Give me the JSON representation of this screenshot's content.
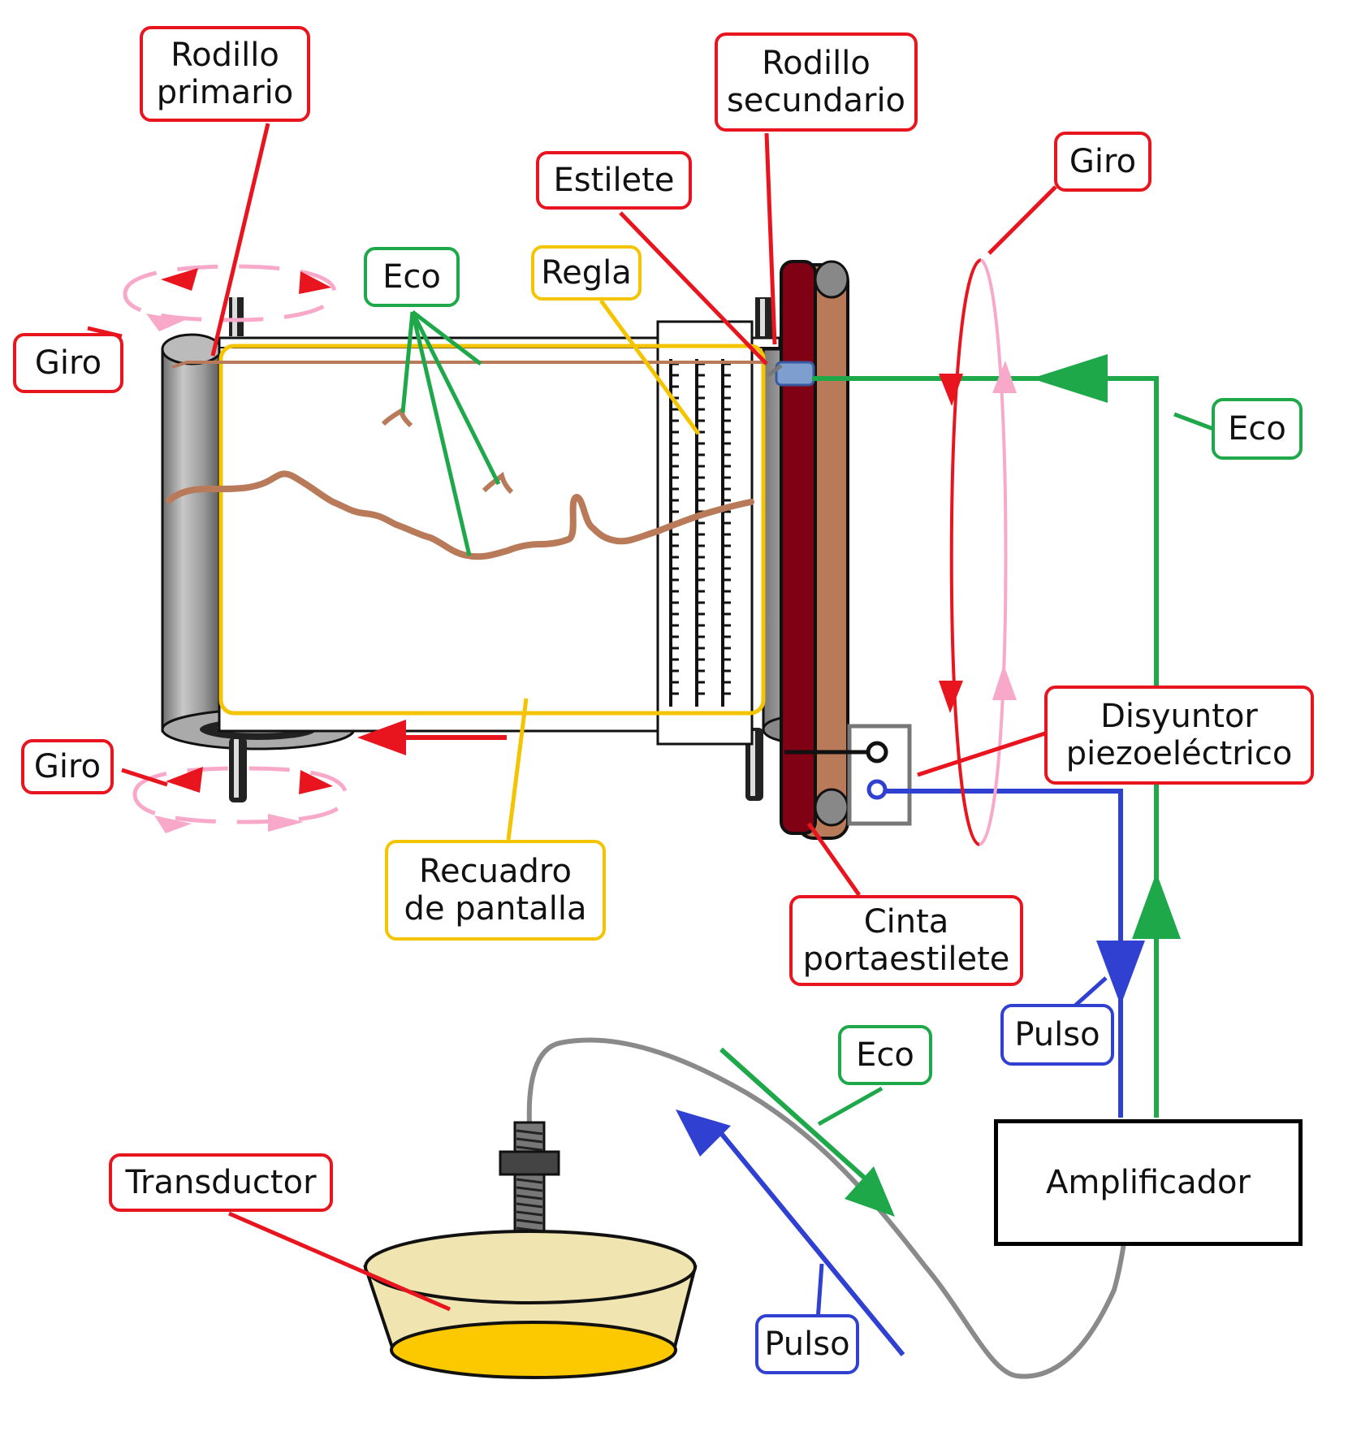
{
  "labels": {
    "rodillo_primario": [
      "Rodillo",
      "primario"
    ],
    "rodillo_secundario": [
      "Rodillo",
      "secundario"
    ],
    "estilete": "Estilete",
    "giro": "Giro",
    "eco": "Eco",
    "regla": "Regla",
    "recuadro": [
      "Recuadro",
      "de pantalla"
    ],
    "cinta": [
      "Cinta",
      "portaestilete"
    ],
    "disyuntor": [
      "Disyuntor",
      "piezoeléctrico"
    ],
    "pulso": "Pulso",
    "transductor": "Transductor",
    "amplificador": "Amplificador"
  },
  "colors": {
    "callout_red": "#e8141e",
    "signal_green": "#1ea84a",
    "pulse_blue": "#3040d0",
    "frame_yellow": "#f5c400",
    "rotation_pink": "#f8a8c8",
    "belt_dark": "#800014",
    "belt_tan": "#b87a58",
    "trace_brown": "#b87a58",
    "transducer_body": "#f0e4b0",
    "transducer_face": "#fcc800",
    "cable_gray": "#8a8a8a"
  }
}
